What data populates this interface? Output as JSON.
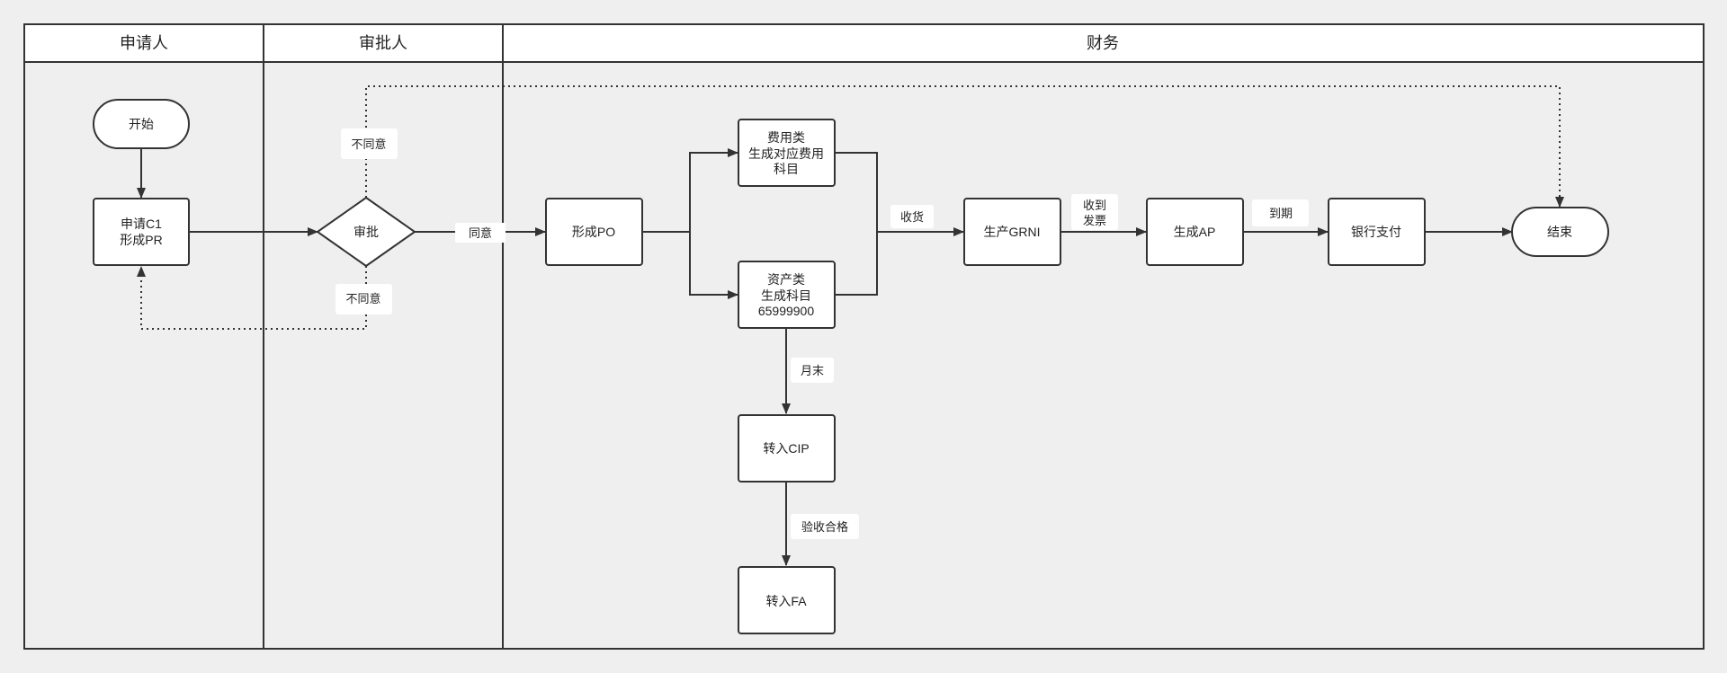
{
  "lanes": [
    {
      "id": "applicant",
      "title": "申请人"
    },
    {
      "id": "approver",
      "title": "审批人"
    },
    {
      "id": "finance",
      "title": "财务"
    }
  ],
  "nodes": {
    "start": {
      "label": [
        "开始"
      ],
      "shape": "terminator"
    },
    "apply": {
      "label": [
        "申请C1",
        "形成PR"
      ],
      "shape": "process"
    },
    "approve": {
      "label": [
        "审批"
      ],
      "shape": "decision"
    },
    "po": {
      "label": [
        "形成PO"
      ],
      "shape": "process"
    },
    "expense": {
      "label": [
        "费用类",
        "生成对应费用",
        "科目"
      ],
      "shape": "process"
    },
    "asset": {
      "label": [
        "资产类",
        "生成科目",
        "65999900"
      ],
      "shape": "process"
    },
    "grni": {
      "label": [
        "生产GRNI"
      ],
      "shape": "process"
    },
    "ap": {
      "label": [
        "生成AP"
      ],
      "shape": "process"
    },
    "pay": {
      "label": [
        "银行支付"
      ],
      "shape": "process"
    },
    "end": {
      "label": [
        "结束"
      ],
      "shape": "terminator"
    },
    "cip": {
      "label": [
        "转入CIP"
      ],
      "shape": "process"
    },
    "fa": {
      "label": [
        "转入FA"
      ],
      "shape": "process"
    }
  },
  "edge_labels": {
    "agree": [
      "同意"
    ],
    "disagree_top": [
      "不同意"
    ],
    "disagree_bottom": [
      "不同意"
    ],
    "receive_goods": [
      "收货"
    ],
    "receive_invoice": [
      "收到",
      "发票"
    ],
    "due": [
      "到期"
    ],
    "month_end": [
      "月末"
    ],
    "acceptance": [
      "验收合格"
    ]
  },
  "colors": {
    "background": "#efefef",
    "node_fill": "#ffffff",
    "stroke": "#333333"
  }
}
